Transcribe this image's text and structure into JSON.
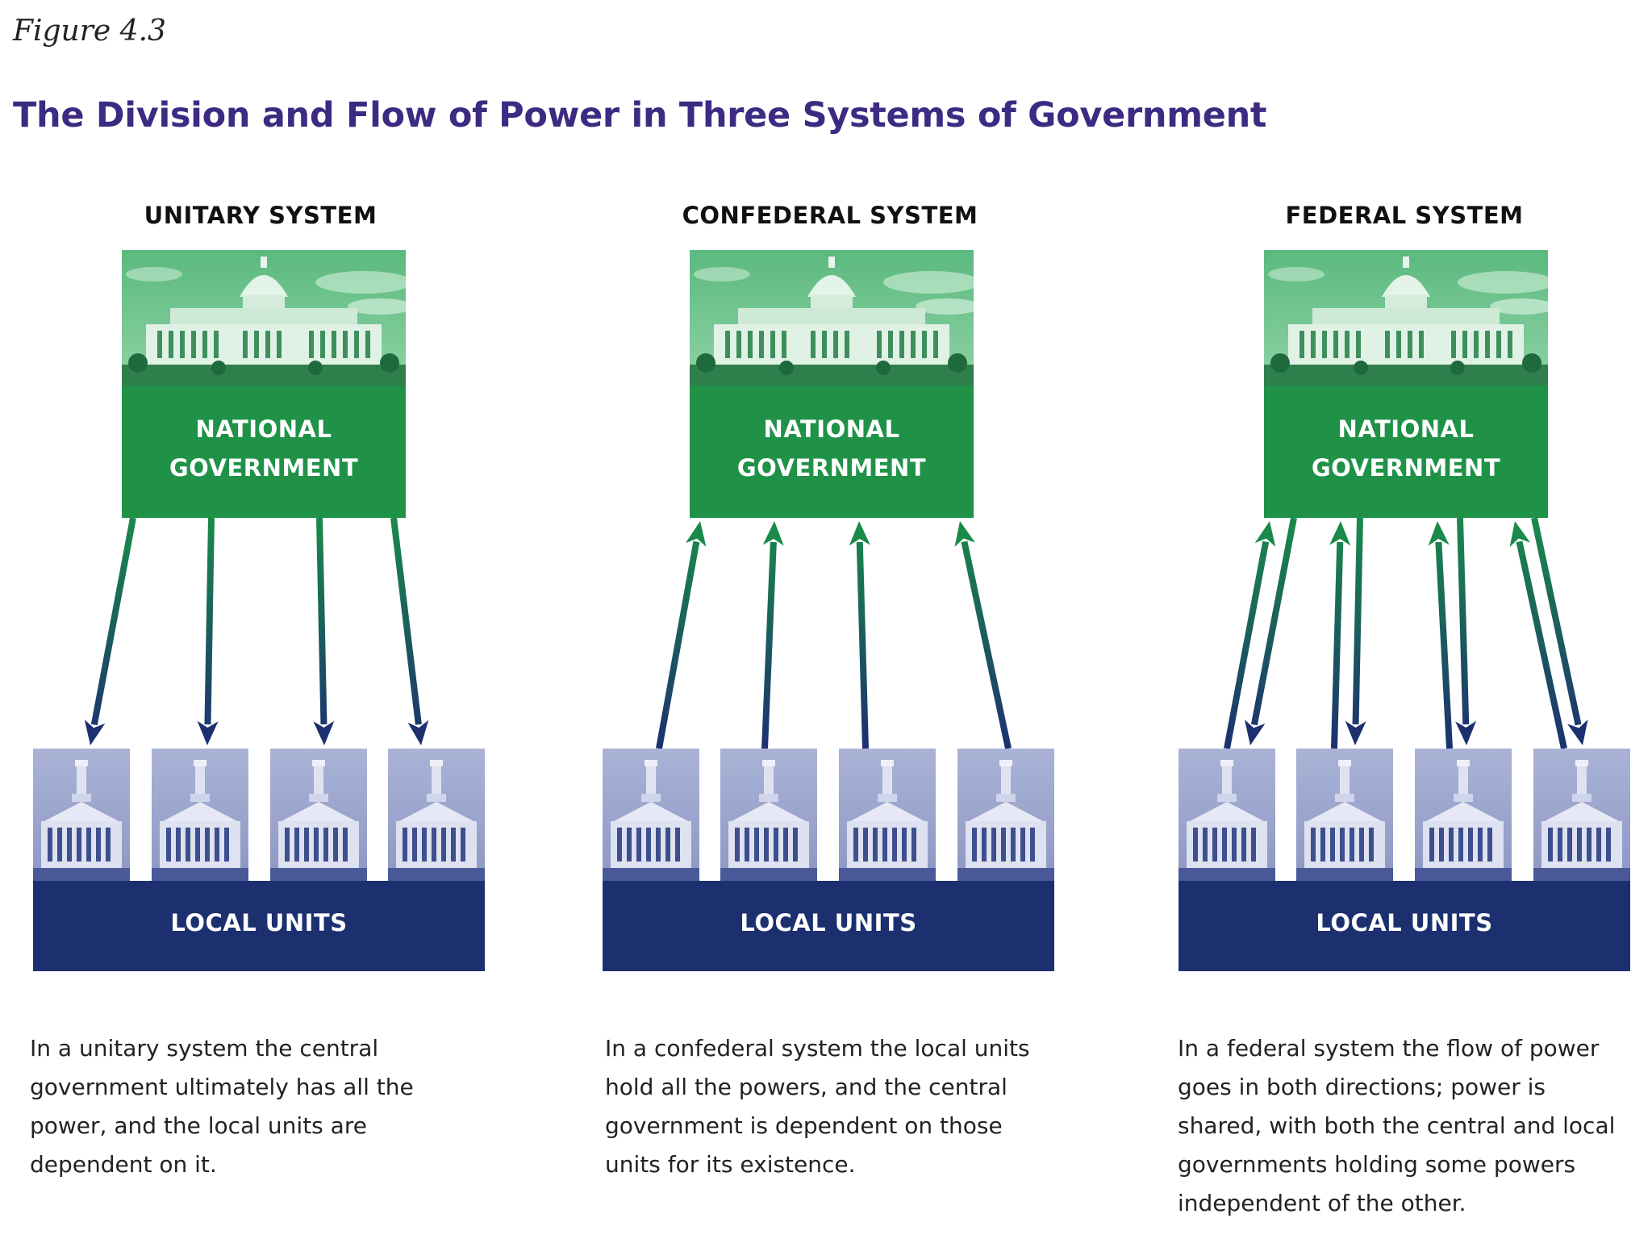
{
  "figure_label": "Figure 4.3",
  "title": "The Division and Flow of Power in Three Systems of Government",
  "colors": {
    "title": "#3d2a82",
    "national_green": "#1f9248",
    "local_navy": "#1c3070",
    "arrow_green": "#1a8a4a",
    "arrow_navy": "#1c3070"
  },
  "systems": [
    {
      "title": "UNITARY SYSTEM",
      "national_line1": "NATIONAL",
      "national_line2": "GOVERNMENT",
      "local_label": "LOCAL UNITS",
      "description": "In a unitary system the central government ultimately has all the power, and the local units are dependent on it.",
      "flow": "down"
    },
    {
      "title": "CONFEDERAL SYSTEM",
      "national_line1": "NATIONAL",
      "national_line2": "GOVERNMENT",
      "local_label": "LOCAL UNITS",
      "description": "In a confederal system the local units hold all the powers, and the central government is dependent on those units for its existence.",
      "flow": "up"
    },
    {
      "title": "FEDERAL SYSTEM",
      "national_line1": "NATIONAL",
      "national_line2": "GOVERNMENT",
      "local_label": "LOCAL UNITS",
      "description": "In a federal system the flow of power goes in both directions; power is shared, with both the central and local governments holding some powers independent of the other.",
      "flow": "both"
    }
  ]
}
